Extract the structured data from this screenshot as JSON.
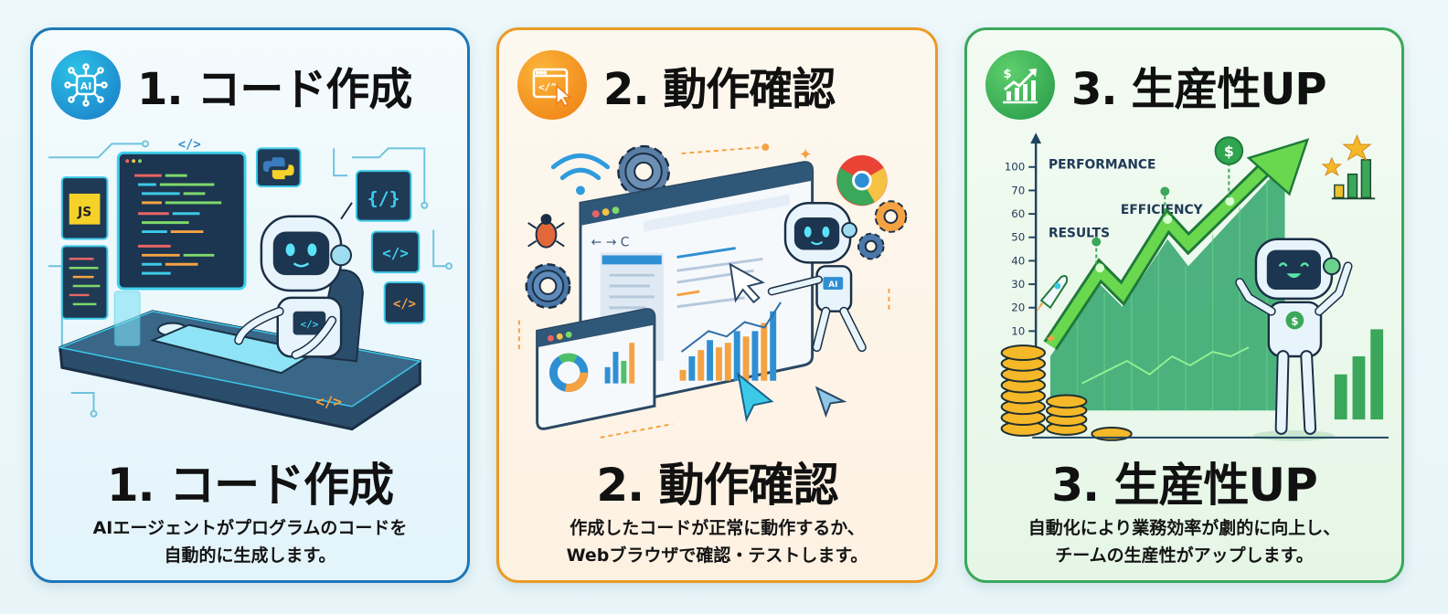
{
  "panels": [
    {
      "id": "code-creation",
      "step": "1",
      "header_title": "1. コード作成",
      "badge_icon": "ai-chip-icon",
      "footer_title": "1. コード作成",
      "description_lines": [
        "AIエージェントがプログラムのコードを",
        "自動的に生成します。"
      ],
      "accent": "#1d77b8",
      "illustration": {
        "labels": [
          "JS",
          "</>",
          "{/}",
          "</>",
          "</>",
          "</>"
        ],
        "icons": [
          "javascript-icon",
          "python-icon",
          "code-tag-icon",
          "robot-icon",
          "keyboard-icon",
          "monitor-icon"
        ]
      }
    },
    {
      "id": "verification",
      "step": "2",
      "header_title": "2. 動作確認",
      "badge_icon": "browser-cursor-icon",
      "footer_title": "2. 動作確認",
      "description_lines": [
        "作成したコードが正常に動作するか、",
        "Webブラウザで確認・テストします。"
      ],
      "accent": "#eb9a25",
      "illustration": {
        "labels": [
          "AI"
        ],
        "icons": [
          "wifi-icon",
          "gear-icon",
          "bug-icon",
          "chrome-icon",
          "browser-window-icon",
          "cursor-icon",
          "robot-icon",
          "donut-chart-icon",
          "bar-chart-icon"
        ]
      }
    },
    {
      "id": "productivity",
      "step": "3",
      "header_title": "3. 生産性UP",
      "badge_icon": "dollar-growth-icon",
      "footer_title": "3. 生産性UP",
      "description_lines": [
        "自動化により業務効率が劇的に向上し、",
        "チームの生産性がアップします。"
      ],
      "accent": "#3aa75a",
      "illustration": {
        "labels": [
          "PERFORMANCE",
          "EFFICIENCY",
          "RESULTS",
          "$"
        ],
        "y_ticks": [
          "100",
          "70",
          "60",
          "50",
          "40",
          "30",
          "20",
          "10"
        ],
        "icons": [
          "rocket-icon",
          "coin-stack-icon",
          "trend-arrow-icon",
          "robot-icon",
          "star-icon",
          "bar-chart-icon"
        ]
      }
    }
  ]
}
